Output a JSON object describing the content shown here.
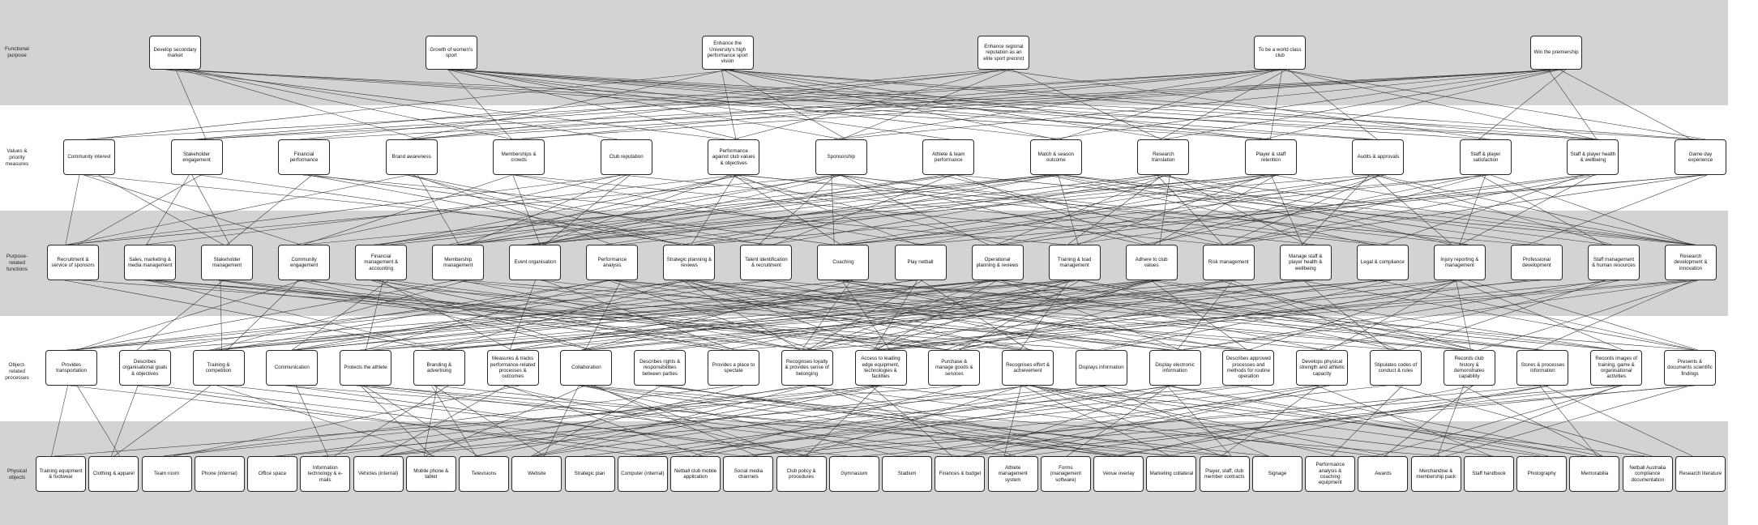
{
  "levels": [
    {
      "label": "Functional purpose"
    },
    {
      "label": "Values & priority measures"
    },
    {
      "label": "Purpose-related functions"
    },
    {
      "label": "Object-related processes"
    },
    {
      "label": "Physical objects"
    }
  ],
  "rows": [
    [
      "Develop secondary market",
      "Growth of women's sport",
      "Enhance the University's high performance sport vision",
      "Enhance regional reputation as an elite sport precinct",
      "To be a world class club",
      "Win the premiership"
    ],
    [
      "Community interest",
      "Stakeholder engagement",
      "Financial performance",
      "Brand awareness",
      "Memberships & crowds",
      "Club reputation",
      "Performance against club values & objectives",
      "Sponsorship",
      "Athlete & team performance",
      "Match & season outcome",
      "Research translation",
      "Player & staff retention",
      "Audits & approvals",
      "Staff & player satisfaction",
      "Staff & player health & wellbeing",
      "Game day experience"
    ],
    [
      "Recruitment & service of sponsors",
      "Sales, marketing & media management",
      "Stakeholder management",
      "Community engagement",
      "Financial management & accounting",
      "Membership management",
      "Event organisation",
      "Performance analysis",
      "Strategic planning & reviews",
      "Talent identification & recruitment",
      "Coaching",
      "Play netball",
      "Operational planning & reviews",
      "Training & load management",
      "Adhere to club values",
      "Risk management",
      "Manage staff & player health & wellbeing",
      "Legal & compliance",
      "Injury reporting & management",
      "Professional development",
      "Staff management & human resources",
      "Research development & innovation"
    ],
    [
      "Provides transportation",
      "Describes organisational goals & objectives",
      "Training & competition",
      "Communication",
      "Protects the athlete",
      "Branding & advertising",
      "Measures & tracks performance-related processes & outcomes",
      "Collaboration",
      "Describes rights & responsibilities between parties",
      "Provides a place to spectate",
      "Recognises loyalty & provides sense of belonging",
      "Access to leading edge equipment, technologies & facilities",
      "Purchase & manage goods & services",
      "Recognises effort & achievement",
      "Displays information",
      "Display electronic information",
      "Describes approved processes and methods for routine operation",
      "Develops physical strength and athletic capacity",
      "Stipulates codes of conduct & rules",
      "Records club history & demonstrates capability",
      "Stores & processes information",
      "Records images of training, game & organisational activities",
      "Presents & documents scientific findings"
    ],
    [
      "Training equipment & footwear",
      "Clothing & apparel",
      "Team room",
      "Phone (internal)",
      "Office space",
      "Information technology & e-mails",
      "Vehicles (internal)",
      "Mobile phone & tablet",
      "Televisions",
      "Website",
      "Strategic plan",
      "Computer (internal)",
      "Netball club mobile application",
      "Social media channels",
      "Club policy & procedures",
      "Gymnasium",
      "Stadium",
      "Finances & budget",
      "Athlete management system",
      "Forms (management software)",
      "Venue overlay",
      "Marketing collateral",
      "Player, staff, club member contracts",
      "Signage",
      "Performance analysis & coaching equipment",
      "Awards",
      "Merchandise & membership pack",
      "Staff handbook",
      "Photography",
      "Memorabilia",
      "Netball Australia compliance documentation",
      "Research literature"
    ]
  ]
}
